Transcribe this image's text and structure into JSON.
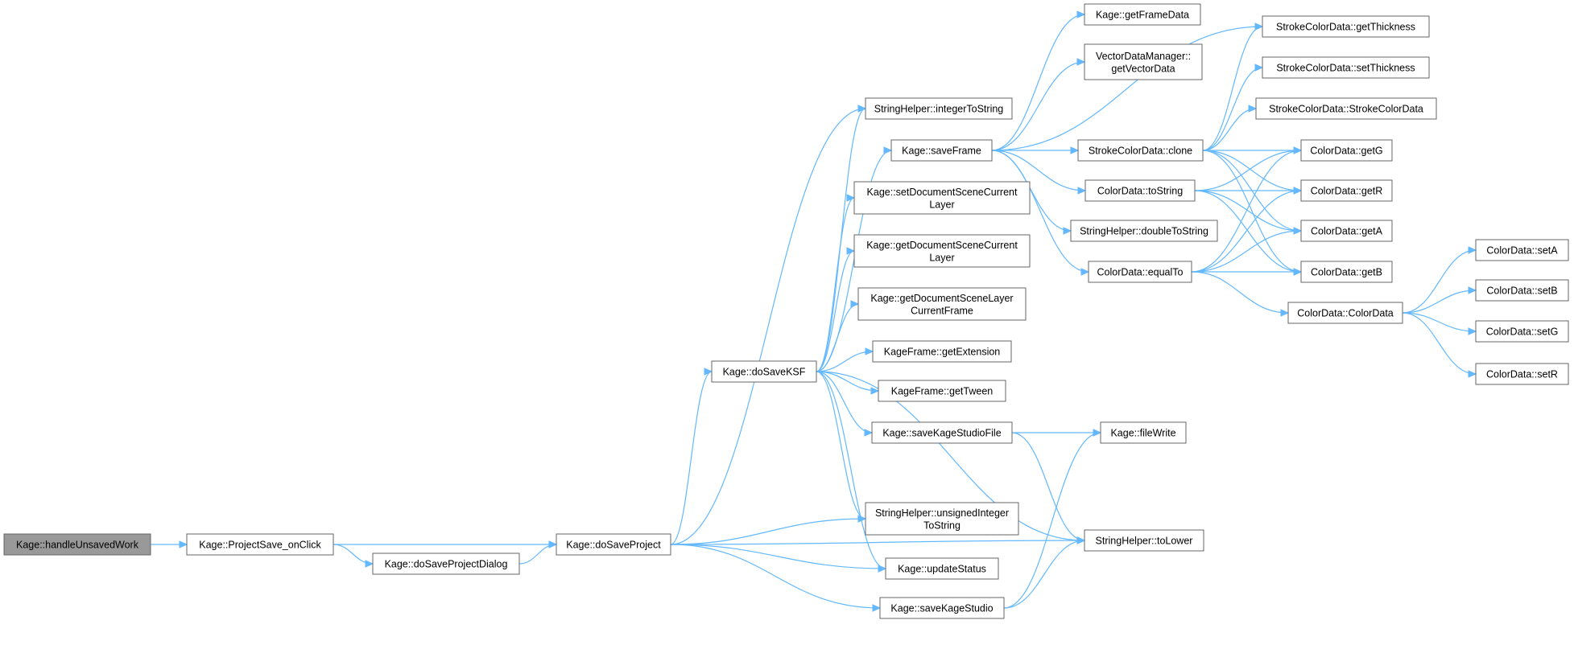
{
  "graph": {
    "colors": {
      "edge": "#63b8ff",
      "node_border": "#666666",
      "root_fill": "#999999"
    },
    "nodes": [
      {
        "id": "handleUnsavedWork",
        "lines": [
          "Kage::handleUnsavedWork"
        ],
        "root": true
      },
      {
        "id": "ProjectSave_onClick",
        "lines": [
          "Kage::ProjectSave_onClick"
        ]
      },
      {
        "id": "doSaveProjectDialog",
        "lines": [
          "Kage::doSaveProjectDialog"
        ]
      },
      {
        "id": "doSaveProject",
        "lines": [
          "Kage::doSaveProject"
        ]
      },
      {
        "id": "doSaveKSF",
        "lines": [
          "Kage::doSaveKSF"
        ]
      },
      {
        "id": "integerToString",
        "lines": [
          "StringHelper::integerToString"
        ]
      },
      {
        "id": "saveFrame",
        "lines": [
          "Kage::saveFrame"
        ]
      },
      {
        "id": "setDocSceneCurrentLayer",
        "lines": [
          "Kage::setDocumentSceneCurrent",
          "Layer"
        ]
      },
      {
        "id": "getDocSceneCurrentLayer",
        "lines": [
          "Kage::getDocumentSceneCurrent",
          "Layer"
        ]
      },
      {
        "id": "getDocSceneLayerCurrentFrame",
        "lines": [
          "Kage::getDocumentSceneLayer",
          "CurrentFrame"
        ]
      },
      {
        "id": "getExtension",
        "lines": [
          "KageFrame::getExtension"
        ]
      },
      {
        "id": "getTween",
        "lines": [
          "KageFrame::getTween"
        ]
      },
      {
        "id": "saveKageStudioFile",
        "lines": [
          "Kage::saveKageStudioFile"
        ]
      },
      {
        "id": "unsignedIntegerToString",
        "lines": [
          "StringHelper::unsignedInteger",
          "ToString"
        ]
      },
      {
        "id": "updateStatus",
        "lines": [
          "Kage::updateStatus"
        ]
      },
      {
        "id": "saveKageStudio",
        "lines": [
          "Kage::saveKageStudio"
        ]
      },
      {
        "id": "getFrameData",
        "lines": [
          "Kage::getFrameData"
        ]
      },
      {
        "id": "getVectorData",
        "lines": [
          "VectorDataManager::",
          "getVectorData"
        ]
      },
      {
        "id": "strokeClone",
        "lines": [
          "StrokeColorData::clone"
        ]
      },
      {
        "id": "colorToString",
        "lines": [
          "ColorData::toString"
        ]
      },
      {
        "id": "doubleToString",
        "lines": [
          "StringHelper::doubleToString"
        ]
      },
      {
        "id": "equalTo",
        "lines": [
          "ColorData::equalTo"
        ]
      },
      {
        "id": "fileWrite",
        "lines": [
          "Kage::fileWrite"
        ]
      },
      {
        "id": "toLower",
        "lines": [
          "StringHelper::toLower"
        ]
      },
      {
        "id": "getThickness",
        "lines": [
          "StrokeColorData::getThickness"
        ]
      },
      {
        "id": "setThickness",
        "lines": [
          "StrokeColorData::setThickness"
        ]
      },
      {
        "id": "strokeCtor",
        "lines": [
          "StrokeColorData::StrokeColorData"
        ]
      },
      {
        "id": "getG",
        "lines": [
          "ColorData::getG"
        ]
      },
      {
        "id": "getR",
        "lines": [
          "ColorData::getR"
        ]
      },
      {
        "id": "getA",
        "lines": [
          "ColorData::getA"
        ]
      },
      {
        "id": "getB",
        "lines": [
          "ColorData::getB"
        ]
      },
      {
        "id": "colorCtor",
        "lines": [
          "ColorData::ColorData"
        ]
      },
      {
        "id": "setA",
        "lines": [
          "ColorData::setA"
        ]
      },
      {
        "id": "setB",
        "lines": [
          "ColorData::setB"
        ]
      },
      {
        "id": "setG",
        "lines": [
          "ColorData::setG"
        ]
      },
      {
        "id": "setR",
        "lines": [
          "ColorData::setR"
        ]
      }
    ],
    "edges": [
      [
        "handleUnsavedWork",
        "ProjectSave_onClick"
      ],
      [
        "ProjectSave_onClick",
        "doSaveProject"
      ],
      [
        "ProjectSave_onClick",
        "doSaveProjectDialog"
      ],
      [
        "doSaveProjectDialog",
        "doSaveProject"
      ],
      [
        "doSaveProject",
        "doSaveKSF"
      ],
      [
        "doSaveProject",
        "integerToString"
      ],
      [
        "doSaveProject",
        "unsignedIntegerToString"
      ],
      [
        "doSaveProject",
        "updateStatus"
      ],
      [
        "doSaveProject",
        "saveKageStudio"
      ],
      [
        "doSaveProject",
        "toLower"
      ],
      [
        "doSaveKSF",
        "integerToString"
      ],
      [
        "doSaveKSF",
        "saveFrame"
      ],
      [
        "doSaveKSF",
        "setDocSceneCurrentLayer"
      ],
      [
        "doSaveKSF",
        "getDocSceneCurrentLayer"
      ],
      [
        "doSaveKSF",
        "getDocSceneLayerCurrentFrame"
      ],
      [
        "doSaveKSF",
        "getExtension"
      ],
      [
        "doSaveKSF",
        "getTween"
      ],
      [
        "doSaveKSF",
        "saveKageStudioFile"
      ],
      [
        "doSaveKSF",
        "unsignedIntegerToString"
      ],
      [
        "doSaveKSF",
        "updateStatus"
      ],
      [
        "doSaveKSF",
        "toLower"
      ],
      [
        "saveFrame",
        "getFrameData"
      ],
      [
        "saveFrame",
        "getVectorData"
      ],
      [
        "saveFrame",
        "getThickness"
      ],
      [
        "saveFrame",
        "strokeClone"
      ],
      [
        "saveFrame",
        "colorToString"
      ],
      [
        "saveFrame",
        "doubleToString"
      ],
      [
        "saveFrame",
        "equalTo"
      ],
      [
        "strokeClone",
        "getThickness"
      ],
      [
        "strokeClone",
        "setThickness"
      ],
      [
        "strokeClone",
        "strokeCtor"
      ],
      [
        "strokeClone",
        "getG"
      ],
      [
        "strokeClone",
        "getR"
      ],
      [
        "strokeClone",
        "getA"
      ],
      [
        "strokeClone",
        "getB"
      ],
      [
        "colorToString",
        "getG"
      ],
      [
        "colorToString",
        "getR"
      ],
      [
        "colorToString",
        "getA"
      ],
      [
        "colorToString",
        "getB"
      ],
      [
        "equalTo",
        "getG"
      ],
      [
        "equalTo",
        "getR"
      ],
      [
        "equalTo",
        "getA"
      ],
      [
        "equalTo",
        "getB"
      ],
      [
        "equalTo",
        "colorCtor"
      ],
      [
        "colorCtor",
        "setA"
      ],
      [
        "colorCtor",
        "setB"
      ],
      [
        "colorCtor",
        "setG"
      ],
      [
        "colorCtor",
        "setR"
      ],
      [
        "saveKageStudioFile",
        "fileWrite"
      ],
      [
        "saveKageStudioFile",
        "toLower"
      ],
      [
        "saveKageStudio",
        "fileWrite"
      ],
      [
        "saveKageStudio",
        "toLower"
      ]
    ]
  }
}
